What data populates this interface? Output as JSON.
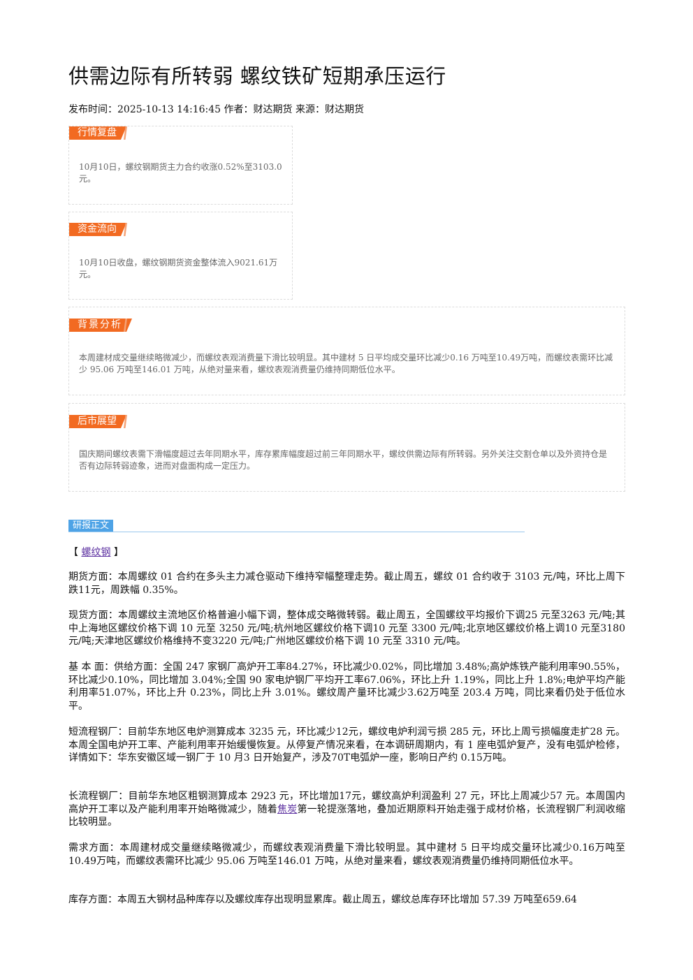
{
  "article": {
    "title": "供需边际有所转弱 螺纹铁矿短期承压运行",
    "meta": "发布时间：2025-10-13 14:16:45 作者：财达期货 来源：财达期货"
  },
  "sections": [
    {
      "tag": "行情复盘",
      "text": "10月10日，螺纹钢期货主力合约收涨0.52%至3103.0元。"
    },
    {
      "tag": "资金流向",
      "text": "10月10日收盘，螺纹钢期货资金整体流入9021.61万元。"
    },
    {
      "tag": "背景分析",
      "text": "本周建材成交量继续略微减少，而螺纹表观消费量下滑比较明显。其中建材 5 日平均成交量环比减少0.16 万吨至10.49万吨，而螺纹表需环比减少 95.06 万吨至146.01 万吨，从绝对量来看，螺纹表观消费量仍维持同期低位水平。"
    },
    {
      "tag": "后市展望",
      "text": "国庆期间螺纹表需下滑幅度超过去年同期水平，库存累库幅度超过前三年同期水平，螺纹供需边际有所转弱。另外关注交割仓单以及外资持仓是否有边际转弱迹象，进而对盘面构成一定压力。"
    }
  ],
  "report": {
    "tag": "研报正文",
    "kw_open": "【",
    "kw_link": "螺纹钢",
    "kw_close": "】",
    "p1": "期货方面：本周螺纹 01 合约在多头主力减仓驱动下维持窄幅整理走势。截止周五，螺纹 01 合约收于 3103 元/吨，环比上周下跌11元，周跌幅 0.35%。",
    "p2": "现货方面：本周螺纹主流地区价格普遍小幅下调，整体成交略微转弱。截止周五，全国螺纹平均报价下调25 元至3263 元/吨;其中上海地区螺纹价格下调 10 元至 3250 元/吨;杭州地区螺纹价格下调10 元至 3300 元/吨;北京地区螺纹价格上调10 元至3180元/吨;天津地区螺纹价格维持不变3220 元/吨;广州地区螺纹价格下调 10 元至 3310 元/吨。",
    "p3": "基 本 面：供给方面：全国 247 家钢厂高炉开工率84.27%，环比减少0.02%，同比增加 3.48%;高炉炼铁产能利用率90.55%，环比减少0.10%，同比增加 3.04%;全国 90 家电炉钢厂平均开工率67.06%，环比上升 1.19%，同比上升 1.8%;电炉平均产能利用率51.07%，环比上升 0.23%，同比上升 3.01%。螺纹周产量环比减少3.62万吨至 203.4 万吨，同比来看仍处于低位水平。",
    "p4": "短流程钢厂：目前华东地区电炉测算成本 3235 元，环比减少12元，螺纹电炉利润亏损 285 元，环比上周亏损幅度走扩28 元。本周全国电炉开工率、产能利用率开始缓慢恢复。从停复产情况来看，在本调研周期内，有 1 座电弧炉复产，没有电弧炉检修，详情如下：华东安徽区域一钢厂于 10 月3 日开始复产，涉及70T电弧炉一座，影响日产约 0.15万吨。",
    "p5_a": "长流程钢厂：目前华东地区粗钢测算成本 2923 元，环比增加17元，螺纹高炉利润盈利 27 元，环比上周减少57 元。本周国内高炉开工率以及产能利用率开始略微减少，随着",
    "p5_link": "焦炭",
    "p5_b": "第一轮提涨落地，叠加近期原料开始走强于成材价格，长流程钢厂利润收缩比较明显。",
    "p6": "需求方面：本周建材成交量继续略微减少，而螺纹表观消费量下滑比较明显。其中建材 5 日平均成交量环比减少0.16万吨至10.49万吨，而螺纹表需环比减少 95.06 万吨至146.01 万吨，从绝对量来看，螺纹表观消费量仍维持同期低位水平。",
    "p7": "库存方面：本周五大钢材品种库存以及螺纹库存出现明显累库。截止周五，螺纹总库存环比增加 57.39 万吨至659.64"
  }
}
